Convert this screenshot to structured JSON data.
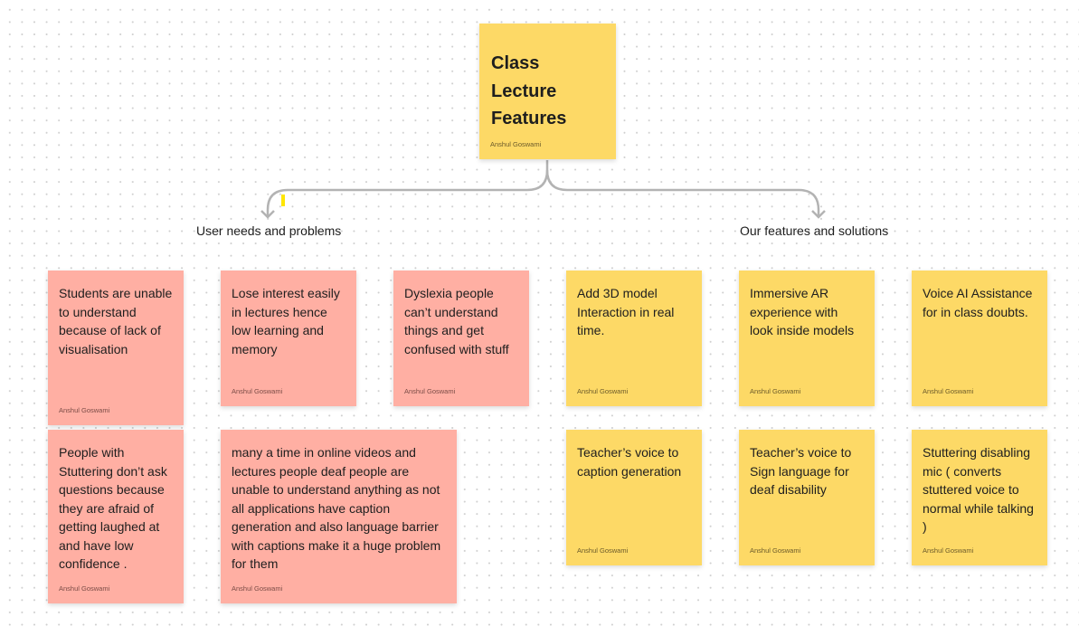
{
  "title_note": {
    "text": "Class Lecture Features",
    "author": "Anshul Goswami"
  },
  "labels": {
    "problems": "User needs and problems",
    "solutions": "Our features and solutions"
  },
  "problems": [
    {
      "text": "Students are unable to understand because of lack of visualisation",
      "author": "Anshul Goswami"
    },
    {
      "text": "Lose interest easily in lectures hence low learning and memory",
      "author": "Anshul Goswami"
    },
    {
      "text": "Dyslexia people can’t understand things and get confused with stuff",
      "author": "Anshul Goswami"
    },
    {
      "text": "People with Stuttering don’t ask questions because they are afraid of getting laughed at and have low confidence .",
      "author": "Anshul Goswami"
    },
    {
      "text": "many a time in online videos and lectures people deaf people are unable to understand anything as not all applications have caption generation and also language barrier with captions make it a huge problem for them",
      "author": "Anshul Goswami"
    }
  ],
  "solutions": [
    {
      "text": "Add 3D model Interaction in real time.",
      "author": "Anshul Goswami"
    },
    {
      "text": "Immersive AR experience with look inside models",
      "author": "Anshul Goswami"
    },
    {
      "text": "Voice AI Assistance for in class doubts.",
      "author": "Anshul Goswami"
    },
    {
      "text": "Teacher’s voice to caption generation",
      "author": "Anshul Goswami"
    },
    {
      "text": "Teacher’s voice to Sign language for deaf disability",
      "author": "Anshul Goswami"
    },
    {
      "text": "Stuttering disabling mic ( converts stuttered voice to normal while talking )",
      "author": "Anshul Goswami"
    }
  ],
  "colors": {
    "yellow": "#FDD966",
    "pink": "#FFAFA3",
    "connector": "#b3b3b3"
  }
}
